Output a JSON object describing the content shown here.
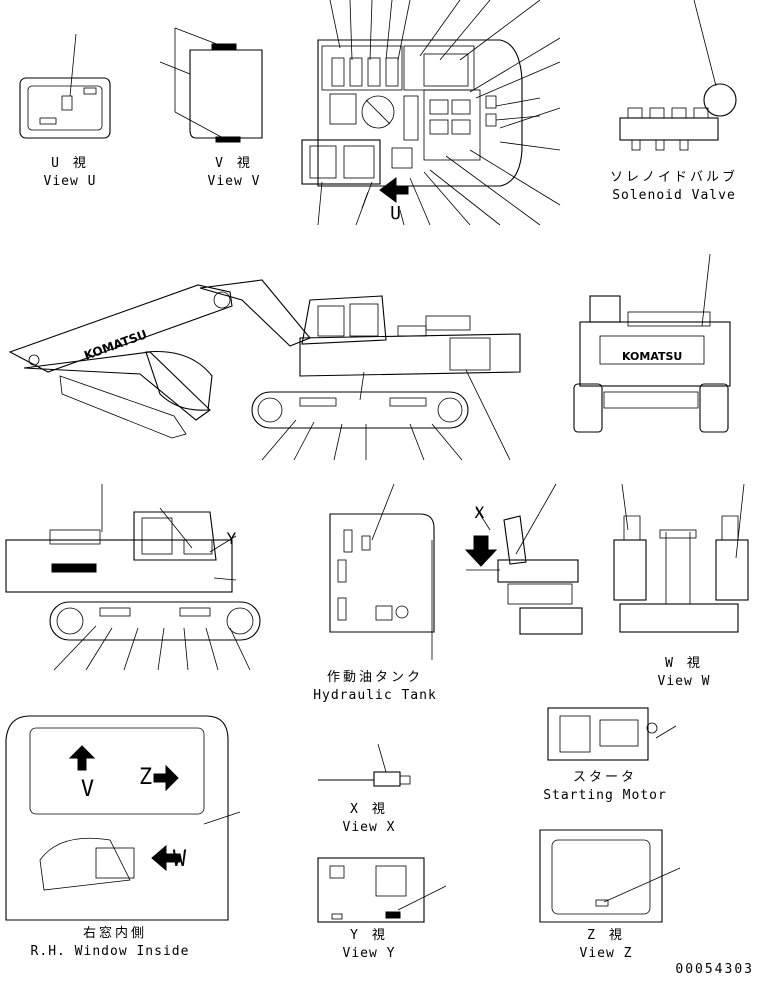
{
  "labels": {
    "view_u_ja": "U 視",
    "view_u_en": "View U",
    "view_v_ja": "V 視",
    "view_v_en": "View V",
    "solenoid_ja": "ソレノイドバルブ",
    "solenoid_en": "Solenoid Valve",
    "hydraulic_tank_ja": "作動油タンク",
    "hydraulic_tank_en": "Hydraulic Tank",
    "view_w_ja": "W 視",
    "view_w_en": "View W",
    "starting_motor_ja": "スタータ",
    "starting_motor_en": "Starting Motor",
    "view_x_ja": "X 視",
    "view_x_en": "View X",
    "view_y_ja": "Y 視",
    "view_y_en": "View Y",
    "rh_window_ja": "右窓内側",
    "rh_window_en": "R.H. Window Inside",
    "view_z_ja": "Z 視",
    "view_z_en": "View Z",
    "drawing_number": "00054303"
  },
  "markers": {
    "u": "U",
    "v": "V",
    "x": "X",
    "y": "Y",
    "w": "W",
    "z": "Z"
  },
  "brand_text": "KOMATSU"
}
